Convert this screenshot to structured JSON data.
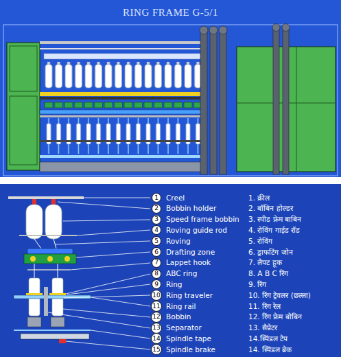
{
  "diagram": {
    "title": "RING FRAME G-5/1",
    "nodes": [
      {
        "text": [
          "1"
        ]
      },
      {
        "text": [
          "2"
        ]
      },
      {
        "text": [
          "3"
        ]
      },
      {
        "text": [
          "4"
        ]
      },
      {
        "text": [
          "5"
        ]
      },
      {
        "text": [
          "6"
        ]
      },
      {
        "text": [
          "7"
        ]
      },
      {
        "text": [
          "8"
        ]
      },
      {
        "text": [
          "9"
        ]
      },
      {
        "text": [
          "10"
        ]
      },
      {
        "text": [
          "11"
        ]
      },
      {
        "text": [
          "12"
        ]
      },
      {
        "text": [
          "13"
        ]
      },
      {
        "text": [
          "14"
        ]
      },
      {
        "text": [
          "15"
        ]
      }
    ],
    "labels": [
      "Creel",
      "Bobbin holder",
      "Speed frame bobbin",
      "Roving guide rod",
      "Roving",
      "Drafting zone",
      "Lappet hook",
      "ABC ring",
      "Ring",
      "Ring traveler",
      "Ring rail",
      "Bobbin",
      "Separator",
      "Spindle tape",
      "Spindle brake",
      "1. क्रील",
      "2. बॉबिन होल्डर",
      "3. स्पीड फ्रेम बाबिन",
      "4. रोविंग गाईड रॉड",
      "5. रोविंग",
      "6. ड्राफटिंग जोन",
      "7. लैपट हूक",
      "8. A B C रिंग",
      "9. रिंग",
      "10. रिंग ट्रेवलर (छल्ला)",
      "11. रिंग रेल",
      "12. रिंग फ्रेम बोबिन",
      "13. सैप्रेटर",
      "14.स्पिंडल टेप",
      "14. स्पिंडल ब्रेक"
    ]
  }
}
